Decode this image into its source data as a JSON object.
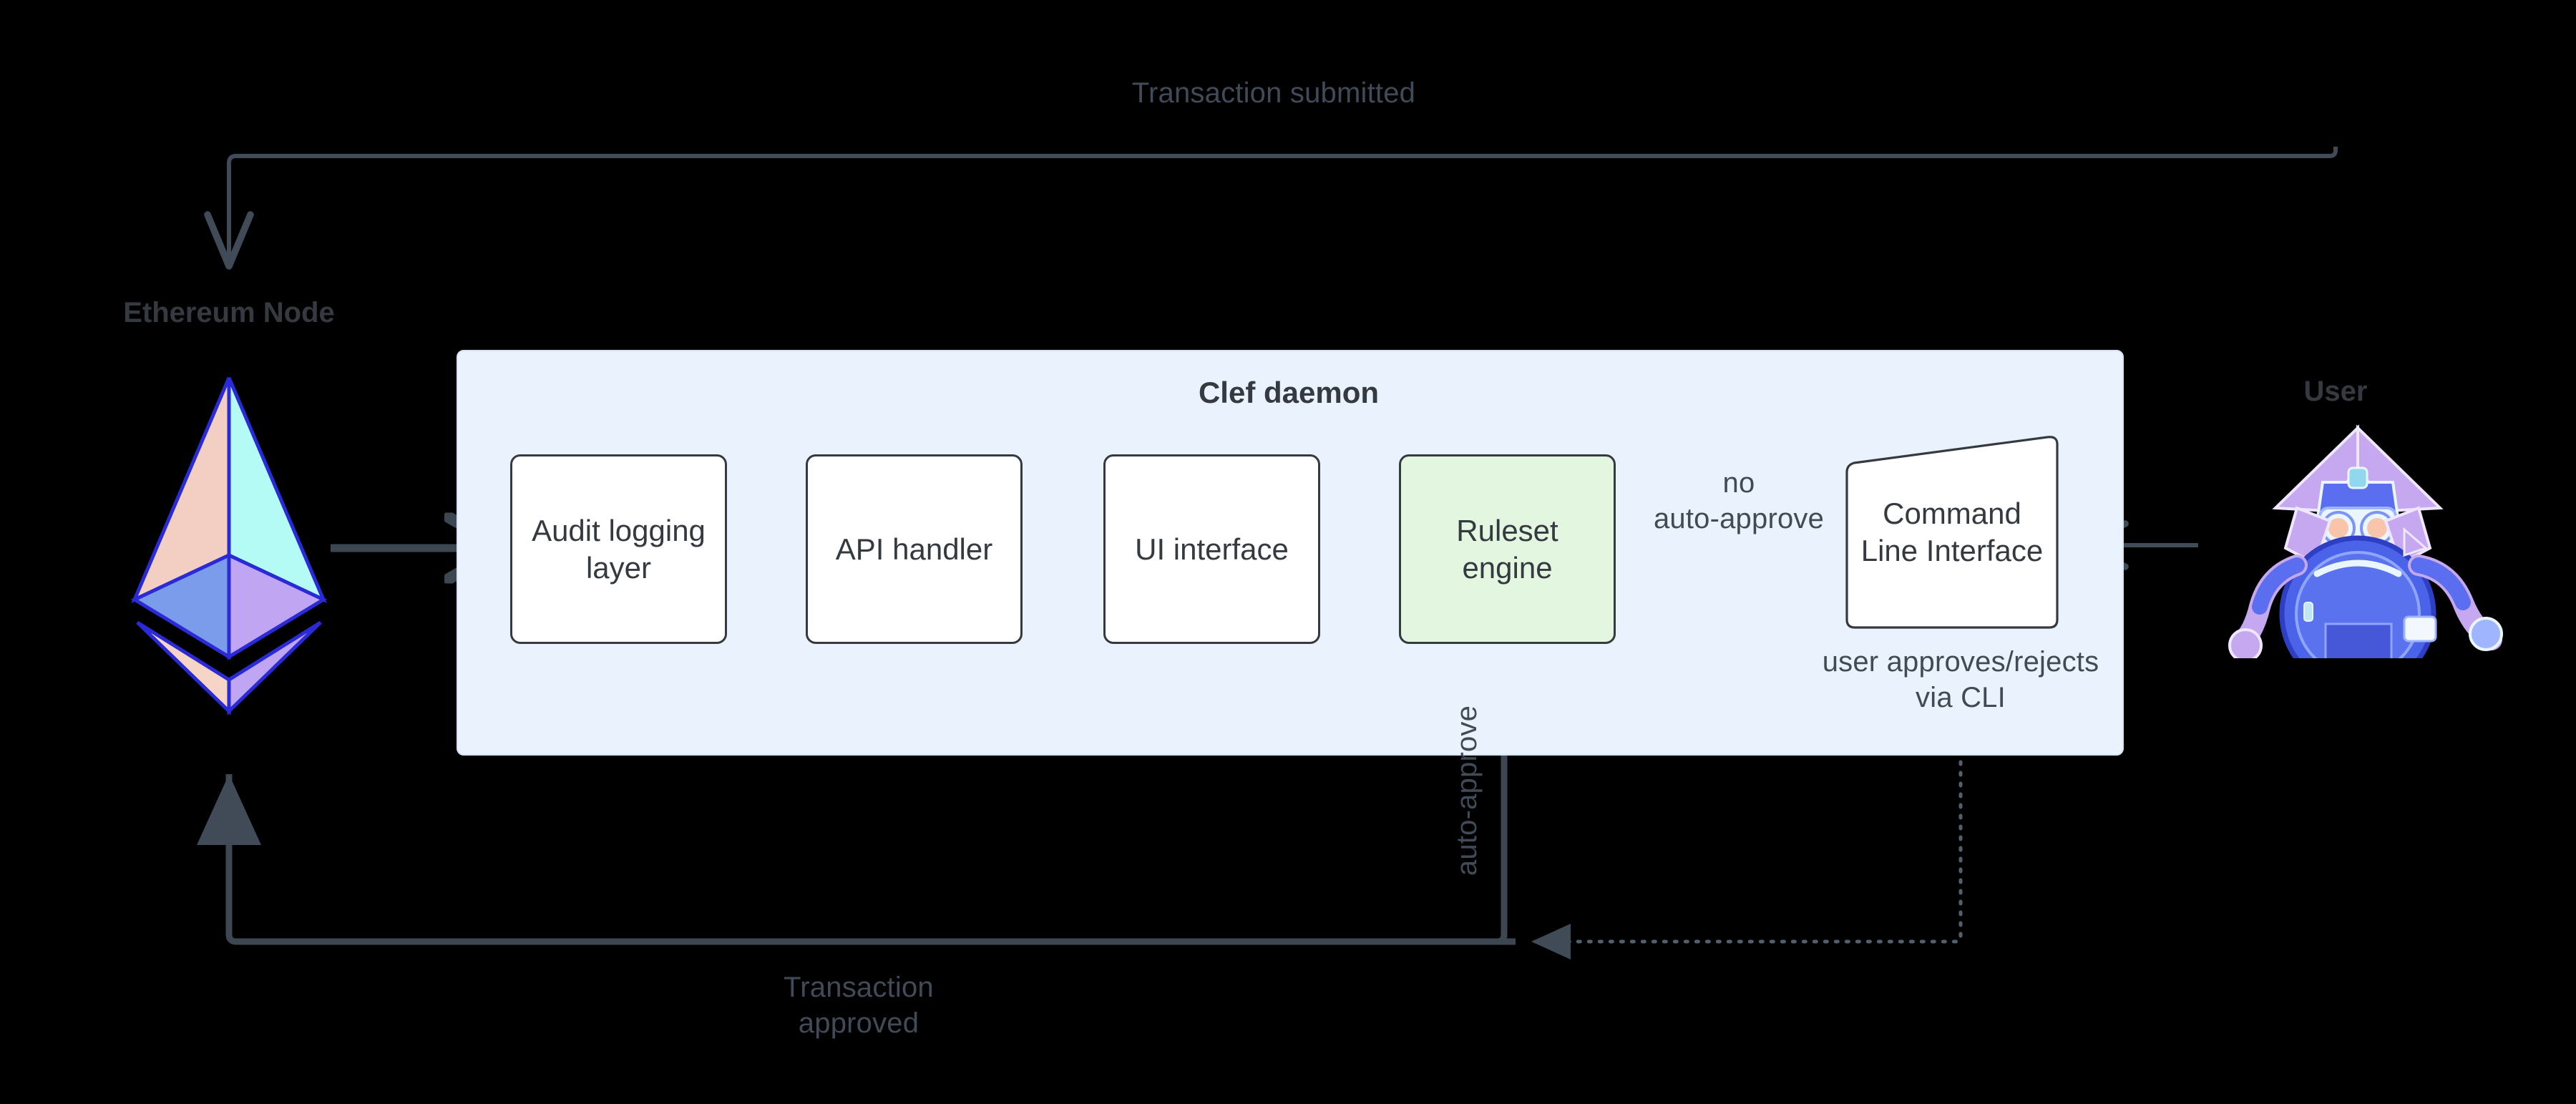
{
  "diagram": {
    "title_hidden": "Clef transaction signing flow",
    "background_color": "#000000",
    "accent_line_color": "#404b57",
    "group_fill": "#eaf2fd",
    "box_fill": "#ffffff",
    "highlight_box_fill": "#e2f6e0",
    "text_color": "#343a40"
  },
  "nodes": {
    "ethereum": {
      "label": "Ethereum Node",
      "icon": "ethereum-logo-icon"
    },
    "user": {
      "label": "User",
      "icon": "user-robot-avatar-icon"
    },
    "clef_group": {
      "title": "Clef daemon"
    }
  },
  "pipeline": [
    {
      "id": "audit-logging-layer",
      "label": "Audit logging\nlayer",
      "highlight": false
    },
    {
      "id": "api-handler",
      "label": "API handler",
      "highlight": false
    },
    {
      "id": "ui-interface",
      "label": "UI interface",
      "highlight": false
    },
    {
      "id": "ruleset-engine",
      "label": "Ruleset\nengine",
      "highlight": true
    },
    {
      "id": "command-line-interface",
      "label": "Command\nLine Interface",
      "highlight": false
    }
  ],
  "edge_labels": {
    "transaction_submitted": "Transaction submitted",
    "transaction_approved": "Transaction\napproved",
    "no_auto_approve": "no\nauto-approve",
    "auto_approve": "auto-approve",
    "user_approves": "user approves/rejects\nvia CLI"
  }
}
